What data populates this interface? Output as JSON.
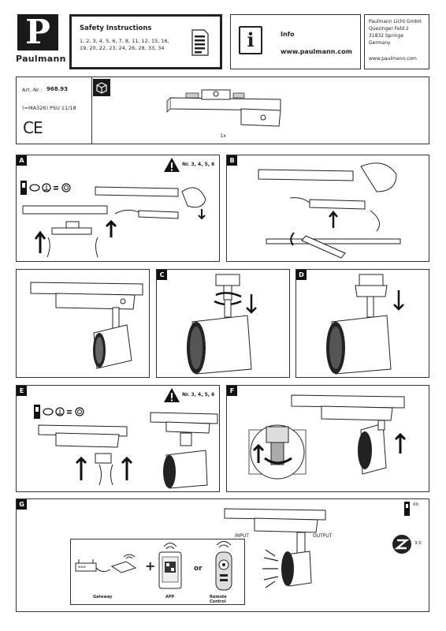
{
  "brand": {
    "name": "Paulmann",
    "logo_letter": "P"
  },
  "safety": {
    "title": "Safety Instructions",
    "lines": [
      "1, 2, 3, 4, 5, 6, 7, 8, 11, 12, 15, 16,",
      "19, 20, 22, 23, 24, 26, 28, 33, 34"
    ]
  },
  "info": {
    "title": "Info",
    "url": "www.paulmann.com",
    "icon_letter": "i"
  },
  "address": {
    "lines": [
      "Paulmann Licht GmbH",
      "Quezinger Feld 2",
      "31832 Springe",
      "Germany"
    ],
    "web": "www.paulmann.com"
  },
  "product": {
    "art_label": "Art.-Nr.:",
    "art_number": "968.93",
    "code": "(=MA326) PSU 11/18",
    "ce": "CE",
    "qty": "1x"
  },
  "warnings": {
    "nr_text": "Nr. 3, 4, 5, 6"
  },
  "panels": {
    "a": "A",
    "b": "B",
    "c": "C",
    "d": "D",
    "e": "E",
    "f": "F",
    "g": "G"
  },
  "panel_g": {
    "input": "INPUT",
    "output": "OUTPUT",
    "gateway": "Gateway",
    "app": "APP",
    "remote": "Remote Control",
    "or": "or",
    "plus": "+",
    "on": "on",
    "zigbee_version": "3.0",
    "zigbee_letter": "Z",
    "www": "www"
  }
}
